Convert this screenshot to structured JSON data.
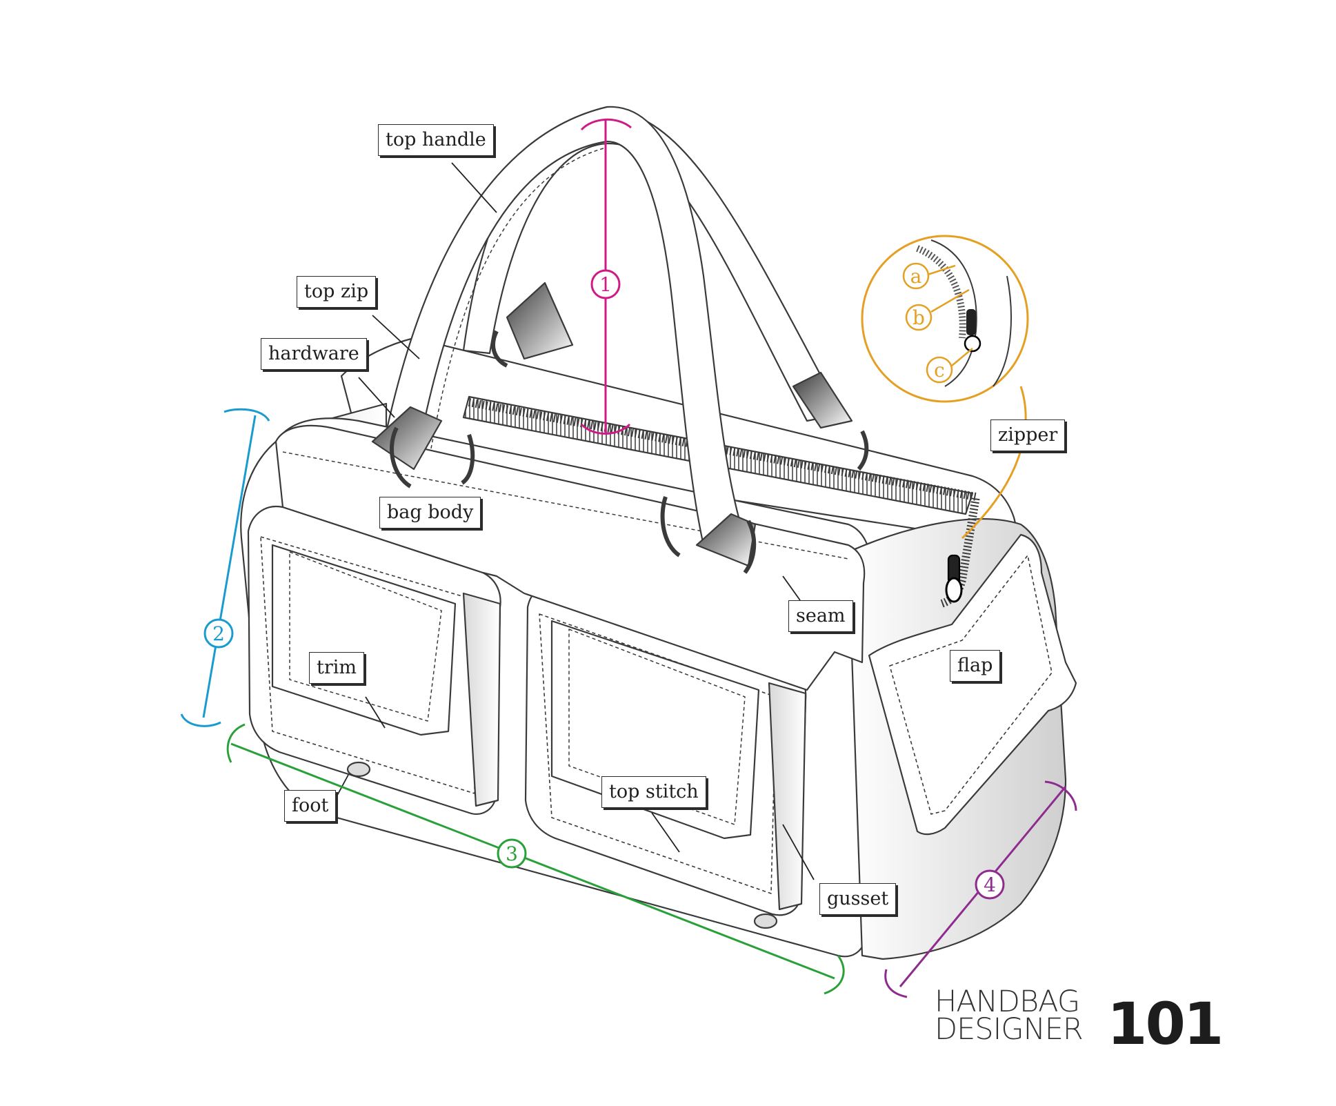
{
  "labels": {
    "top_handle": "top handle",
    "top_zip": "top zip",
    "hardware": "hardware",
    "bag_body": "bag body",
    "trim": "trim",
    "foot": "foot",
    "top_stitch": "top stitch",
    "gusset": "gusset",
    "seam": "seam",
    "flap": "flap",
    "zipper": "zipper"
  },
  "zipper_detail": {
    "a": "a",
    "b": "b",
    "c": "c"
  },
  "dimensions": {
    "d1": "1",
    "d2": "2",
    "d3": "3",
    "d4": "4"
  },
  "logo": {
    "line1": "HANDBAG",
    "line2": "DESIGNER",
    "number": "101"
  },
  "colors": {
    "outline": "#3a3a3a",
    "dim1": "#d01a85",
    "dim2": "#1a9bd0",
    "dim3": "#2aa038",
    "dim4": "#8e2b8f",
    "zipper_callout": "#e5a024"
  }
}
